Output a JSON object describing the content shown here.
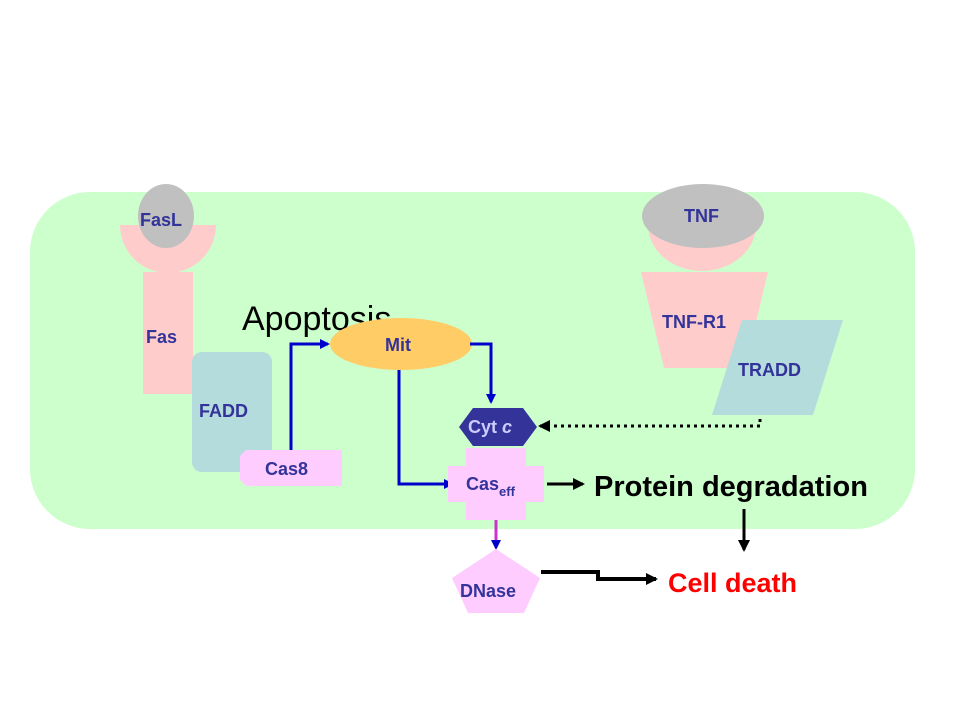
{
  "title": "Apoptosis",
  "colors": {
    "cell": "#ccffcc",
    "receptor": "#ffcccc",
    "ligand": "#c0c0c0",
    "adaptor": "#b4dcdc",
    "caspase": "#ffccff",
    "mitochondrion": "#ffcc66",
    "cytc": "#333399",
    "arrow_blue": "#0000cc",
    "arrow_magenta": "#cc33cc",
    "label_blue": "#333399",
    "death_red": "#ff0000"
  },
  "nodes": {
    "fasl": "FasL",
    "fas": "Fas",
    "fadd": "FADD",
    "cas8": "Cas8",
    "mit": "Mit",
    "cytc_main": "Cyt ",
    "cytc_italic": "c",
    "caseff_main": "Cas",
    "caseff_sub": "eff",
    "dnase": "DNase",
    "tnf": "TNF",
    "tnfr1": "TNF-R1",
    "tradd": "TRADD"
  },
  "outcomes": {
    "protein_degradation": "Protein degradation",
    "cell_death": "Cell death"
  },
  "edges": [
    {
      "from": "Cas8",
      "to": "Mit",
      "style": "solid",
      "color": "blue"
    },
    {
      "from": "Mit",
      "to": "Cyt c",
      "style": "solid",
      "color": "blue"
    },
    {
      "from": "Mit",
      "to": "Cas eff",
      "style": "solid",
      "color": "blue"
    },
    {
      "from": "TRADD",
      "to": "Cyt c",
      "style": "dotted",
      "color": "black"
    },
    {
      "from": "Cas eff",
      "to": "Protein degradation",
      "style": "solid",
      "color": "black"
    },
    {
      "from": "Cas eff",
      "to": "DNase",
      "style": "solid",
      "color": "magenta"
    },
    {
      "from": "Protein degradation",
      "to": "Cell death",
      "style": "solid",
      "color": "black"
    },
    {
      "from": "DNase",
      "to": "Cell death",
      "style": "solid",
      "color": "black"
    }
  ]
}
